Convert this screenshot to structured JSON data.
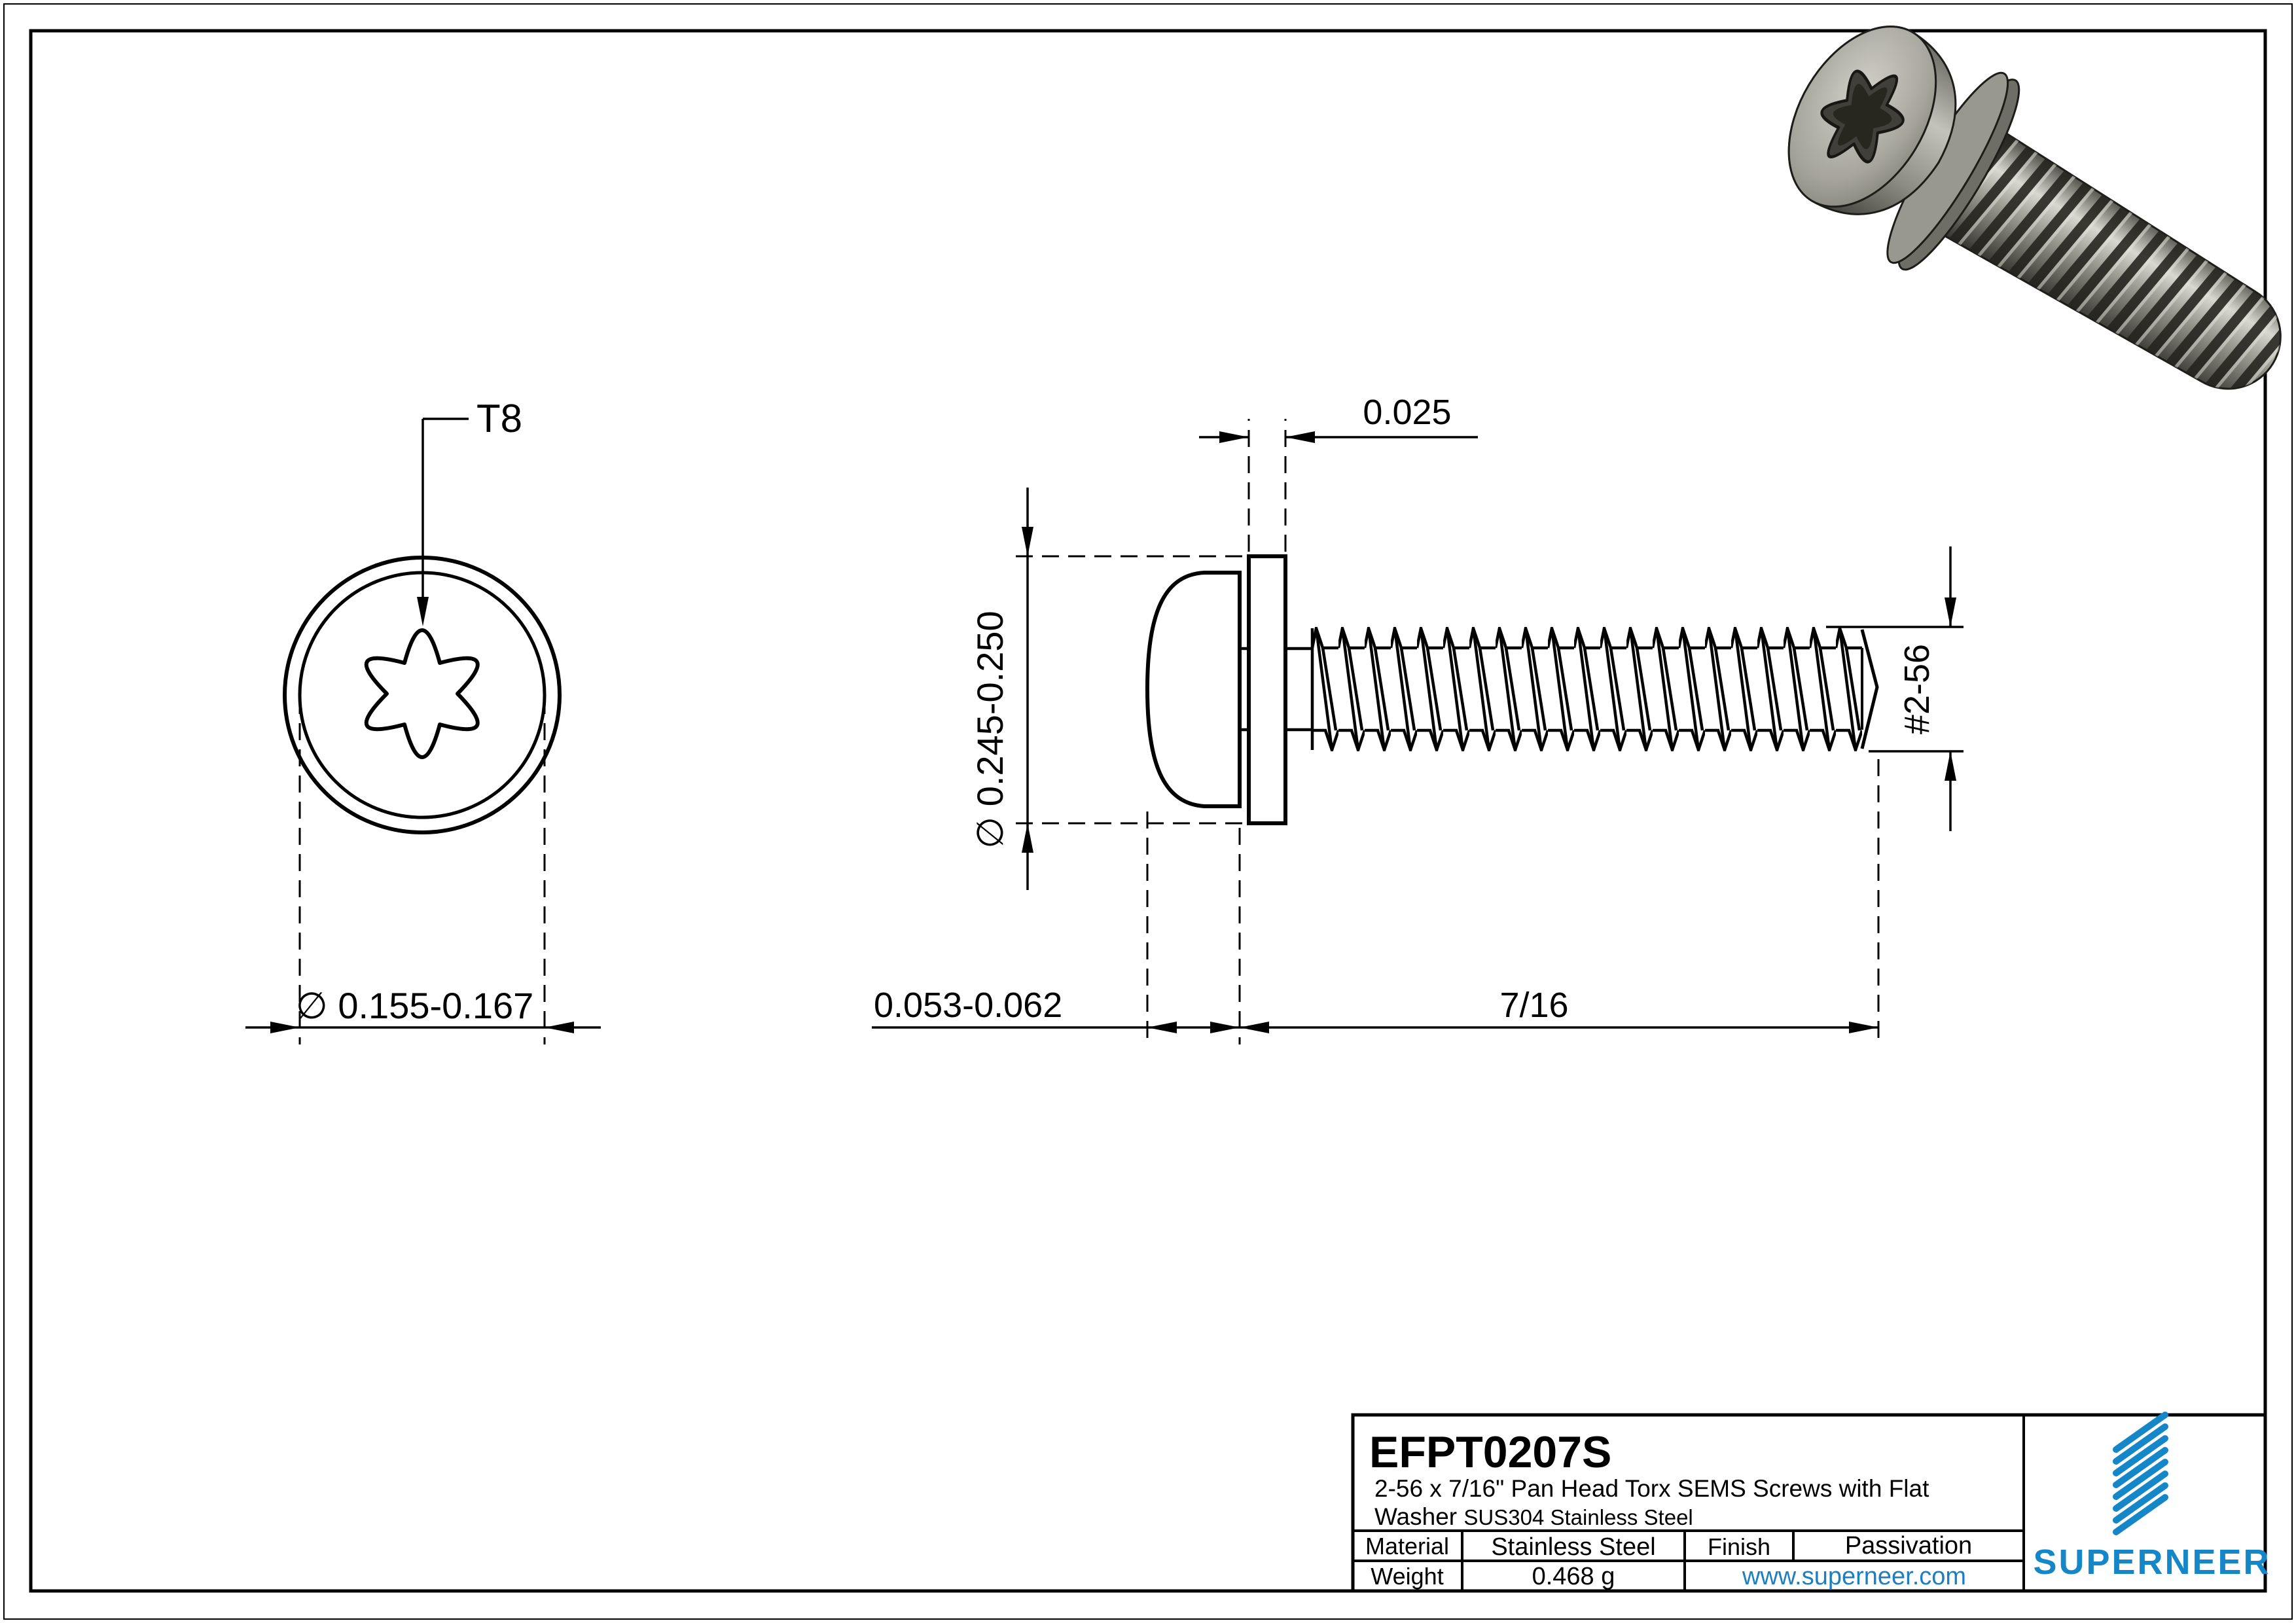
{
  "views": {
    "top": {
      "torx_label": "T8",
      "head_diameter": "∅ 0.155-0.167"
    },
    "side": {
      "washer_thickness": "0.025",
      "washer_diameter": "∅ 0.245-0.250",
      "head_height": "0.053-0.062",
      "thread_length": "7/16",
      "thread_size": "#2-56"
    }
  },
  "title_block": {
    "part_number": "EFPT0207S",
    "description_line1": "2-56 x 7/16\" Pan Head Torx SEMS Screws with  Flat",
    "description_line2_lead": "Washer ",
    "description_line2_rest": "SUS304 Stainless Steel",
    "material_label": "Material",
    "material_value": "Stainless Steel",
    "finish_label": "Finish",
    "finish_value": "Passivation",
    "weight_label": "Weight",
    "weight_value": "0.468 g",
    "website": "www.superneer.com",
    "brand": "SUPERNEER",
    "colors": {
      "brand_blue": "#1587c8",
      "link_blue": "#1e7fc0",
      "line_black": "#000000"
    }
  }
}
